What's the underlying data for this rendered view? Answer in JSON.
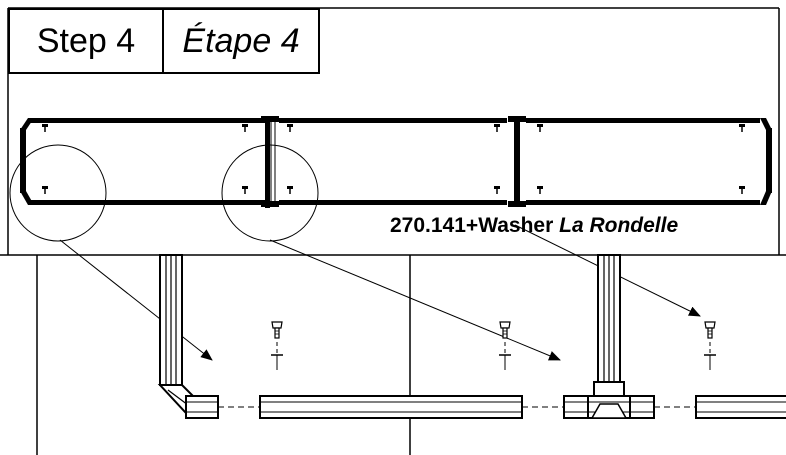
{
  "step": {
    "label_en": "Step 4",
    "label_fr": "Étape 4"
  },
  "part": {
    "code": "270.141",
    "joiner": "+",
    "name_en": "Washer",
    "name_fr": "La Rondelle"
  },
  "colors": {
    "line": "#000000",
    "background": "#ffffff",
    "shade": "#d0d0d0"
  },
  "icons": [
    "bolt-icon",
    "washer-icon",
    "detail-circle-icon",
    "arrow-icon"
  ]
}
